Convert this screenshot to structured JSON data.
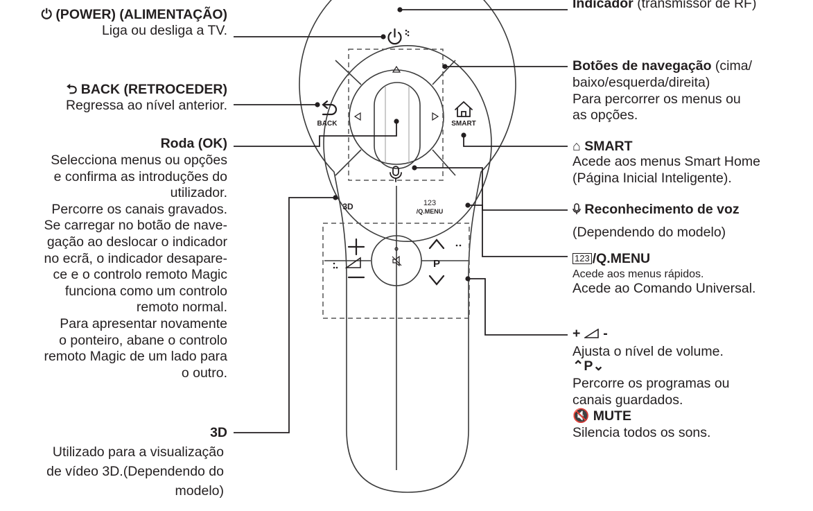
{
  "remote": {
    "back_label": "BACK",
    "smart_label": "SMART",
    "threed_label": "3D",
    "qmenu_keys": "123",
    "qmenu_label": "/Q.MENU",
    "p_label": "P"
  },
  "left": {
    "power_title": "(POWER) (ALIMENTAÇÃO)",
    "power_desc": "Liga ou desliga a TV.",
    "back_title": "BACK (RETROCEDER)",
    "back_desc": "Regressa ao nível anterior.",
    "wheel_title": "Roda (OK)",
    "wheel_desc": [
      "Selecciona menus ou opções",
      "e confirma as introduções do",
      "utilizador.",
      "Percorre os canais gravados.",
      "Se carregar no botão de nave-",
      "gação ao deslocar o indicador",
      "no ecrã, o indicador desapare-",
      "ce e o controlo remoto Magic",
      "funciona como um controlo",
      "remoto normal.",
      "Para apresentar novamente",
      "o ponteiro, abane o controlo",
      "remoto Magic de um lado para",
      "o outro."
    ],
    "threed_title": "3D",
    "threed_desc": [
      "Utilizado para a visualização",
      "de vídeo 3D.(Dependendo do",
      "modelo)"
    ]
  },
  "right": {
    "indicator_title": "Indicador",
    "indicator_desc": "(transmissor de RF)",
    "nav_title": "Botões de navegação",
    "nav_desc": [
      "(cima/",
      "baixo/esquerda/direita)",
      "Para percorrer os menus ou",
      "as opções."
    ],
    "smart_title": "SMART",
    "smart_desc": [
      "Acede aos menus Smart Home",
      "(Página Inicial Inteligente)."
    ],
    "voice_title": "Reconhecimento de voz",
    "voice_desc": "(Dependendo do modelo)",
    "qmenu_keys": "123",
    "qmenu_title": "/Q.MENU",
    "qmenu_desc": [
      "Acede aos menus rápidos.",
      "Acede ao Comando Universal."
    ],
    "vol_title": "-",
    "vol_desc": "Ajusta o nível de volume.",
    "prog_title": "P",
    "prog_desc": [
      "Percorre os programas ou",
      "canais guardados."
    ],
    "mute_title": "MUTE",
    "mute_desc": "Silencia todos os sons."
  }
}
